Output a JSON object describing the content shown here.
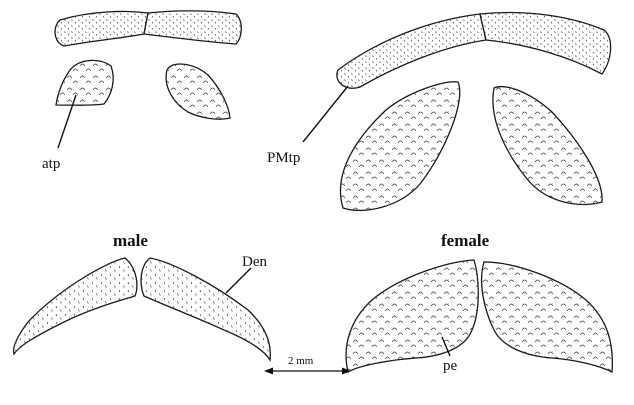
{
  "labels": {
    "atp": "atp",
    "pmtp": "PMtp",
    "male": "male",
    "female": "female",
    "den": "Den",
    "pe": "pe",
    "scale": "2 mm"
  }
}
